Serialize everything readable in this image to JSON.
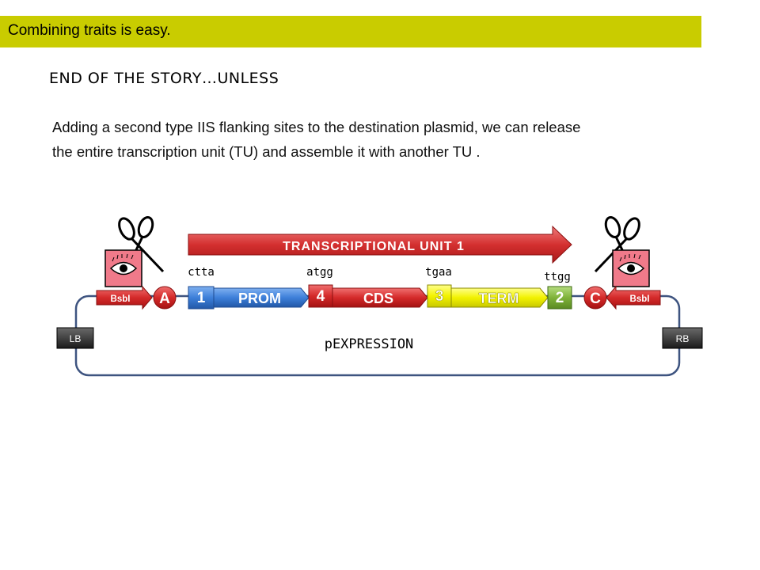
{
  "slide": {
    "banner": "Combining traits is easy.",
    "heading": "END OF THE STORY…UNLESS",
    "body_lines": [
      "Adding a second type IIS flanking sites to the destination plasmid, we can release",
      "the entire transcription unit (TU) and assemble it with another TU ."
    ]
  },
  "diagram": {
    "tu_arrow_label": "TRANSCRIPTIONAL   UNIT   1",
    "plasmid_label": "pEXPRESSION",
    "left_border": "LB",
    "right_border": "RB",
    "enzyme_left": "BsbI",
    "enzyme_right": "BsbI",
    "site_left": "A",
    "site_right": "C",
    "overhangs": {
      "o1": "1",
      "o4": "4",
      "o3": "3",
      "o2": "2"
    },
    "parts": {
      "prom": "PROM",
      "cds": "CDS",
      "term": "TERM"
    },
    "sequences": {
      "s1": "ctta",
      "s2": "atgg",
      "s3": "tgaa",
      "s4": "ttgg"
    },
    "colors": {
      "banner": "#c9cc00",
      "red": "#d42a2a",
      "blue": "#3d7fd9",
      "yellow": "#f2f200",
      "green": "#7fb23a",
      "eye_box": "#f07a8a",
      "loop": "#3e5480"
    }
  }
}
